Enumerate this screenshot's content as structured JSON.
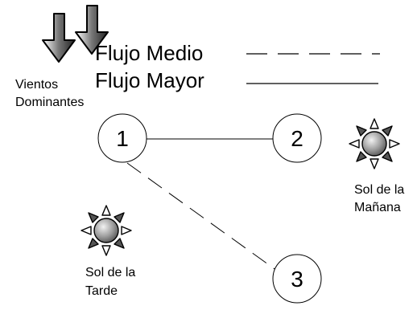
{
  "legend": {
    "dashed_label": "Flujo Medio",
    "solid_label": "Flujo Mayor"
  },
  "wind": {
    "label_line1": "Vientos",
    "label_line2": "Dominantes",
    "icon": "down-arrow-icon"
  },
  "nodes": [
    "1",
    "2",
    "3"
  ],
  "connections": [
    {
      "from": "1",
      "to": "2",
      "style": "solid"
    },
    {
      "from": "1",
      "to": "3",
      "style": "dashed"
    }
  ],
  "sun_morning": {
    "label_line1": "Sol de la",
    "label_line2": "Mañana",
    "icon": "sun-icon"
  },
  "sun_afternoon": {
    "label_line1": "Sol de la",
    "label_line2": "Tarde",
    "icon": "sun-icon"
  },
  "colors": {
    "sun_fill": "#9a9a9a",
    "arrow_fill": "#666666",
    "stroke": "#000000"
  }
}
